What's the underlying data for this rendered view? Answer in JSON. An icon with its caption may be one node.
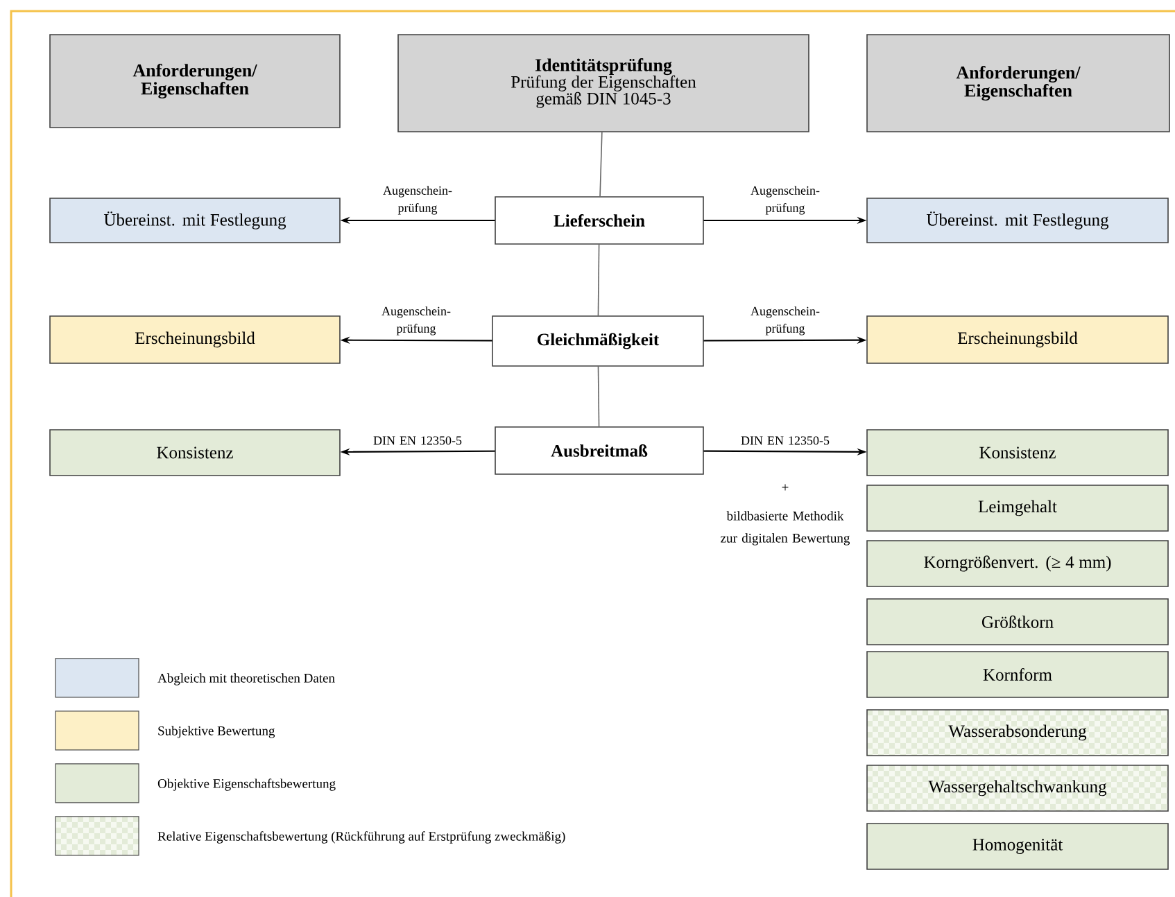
{
  "diagram": {
    "nodes": [
      {
        "text": [
          "Anforderungen/ Eigenschaften"
        ]
      },
      {
        "text": [
          "Identitätsprüfung",
          "Prüfung der Eigenschaften gemäß DIN 1045-3"
        ]
      },
      {
        "text": [
          "Anforderungen/ Eigenschaften"
        ]
      },
      {
        "text": [
          "Übereinst. mit Festlegung"
        ]
      },
      {
        "text": [
          "Lieferschein"
        ]
      },
      {
        "text": [
          "Übereinst. mit Festlegung"
        ]
      },
      {
        "text": [
          "Erscheinungsbild"
        ]
      },
      {
        "text": [
          "Gleichmäßigkeit"
        ]
      },
      {
        "text": [
          "Erscheinungsbild"
        ]
      },
      {
        "text": [
          "Konsistenz"
        ]
      },
      {
        "text": [
          "Ausbreitmaß"
        ]
      },
      {
        "text": [
          "Konsistenz"
        ]
      },
      {
        "text": [
          "Leimgehalt"
        ]
      },
      {
        "text": [
          "Korngrößenvert. (≥ 4 mm)"
        ]
      },
      {
        "text": [
          "Größtkorn"
        ]
      },
      {
        "text": [
          "Kornform"
        ]
      },
      {
        "text": [
          "Wasserabsonderung"
        ]
      },
      {
        "text": [
          "Wassergehaltschwankung"
        ]
      },
      {
        "text": [
          "Homogenität"
        ]
      }
    ],
    "edges": [
      {
        "from": 1,
        "to": 4,
        "arrow": "none",
        "color": "#666666"
      },
      {
        "from": 4,
        "to": 7,
        "arrow": "none",
        "color": "#666666"
      },
      {
        "from": 7,
        "to": 10,
        "arrow": "none",
        "color": "#666666"
      },
      {
        "from": 4,
        "to": 3,
        "arrow": "to",
        "label": "Augenschein- prüfung"
      },
      {
        "from": 4,
        "to": 5,
        "arrow": "to",
        "label": "Augenschein- prüfung"
      },
      {
        "from": 7,
        "to": 6,
        "arrow": "to",
        "label": "Augenschein- prüfung"
      },
      {
        "from": 7,
        "to": 8,
        "arrow": "to",
        "label": "Augenschein- prüfung"
      },
      {
        "from": 10,
        "to": 9,
        "arrow": "to",
        "label": "DIN EN 12350-5"
      },
      {
        "from": 10,
        "to": 11,
        "arrow": "to",
        "label": "DIN EN 12350-5"
      }
    ],
    "labels": [
      "+",
      "bildbasierte Methodik zur digitalen Bewertung"
    ],
    "legend": [
      {
        "text": "Abgleich mit theoretischen Daten",
        "color": "#dce6f2"
      },
      {
        "text": "Subjektive Bewertung",
        "color": "#fdf0c6"
      },
      {
        "text": "Objektive Eigenschaftsbewertung",
        "color": "#e3ebd8"
      },
      {
        "text": "Relative Eigenschaftsbewertung (Rückführung auf Erstprüfung zweckmäßig)"
      }
    ]
  }
}
